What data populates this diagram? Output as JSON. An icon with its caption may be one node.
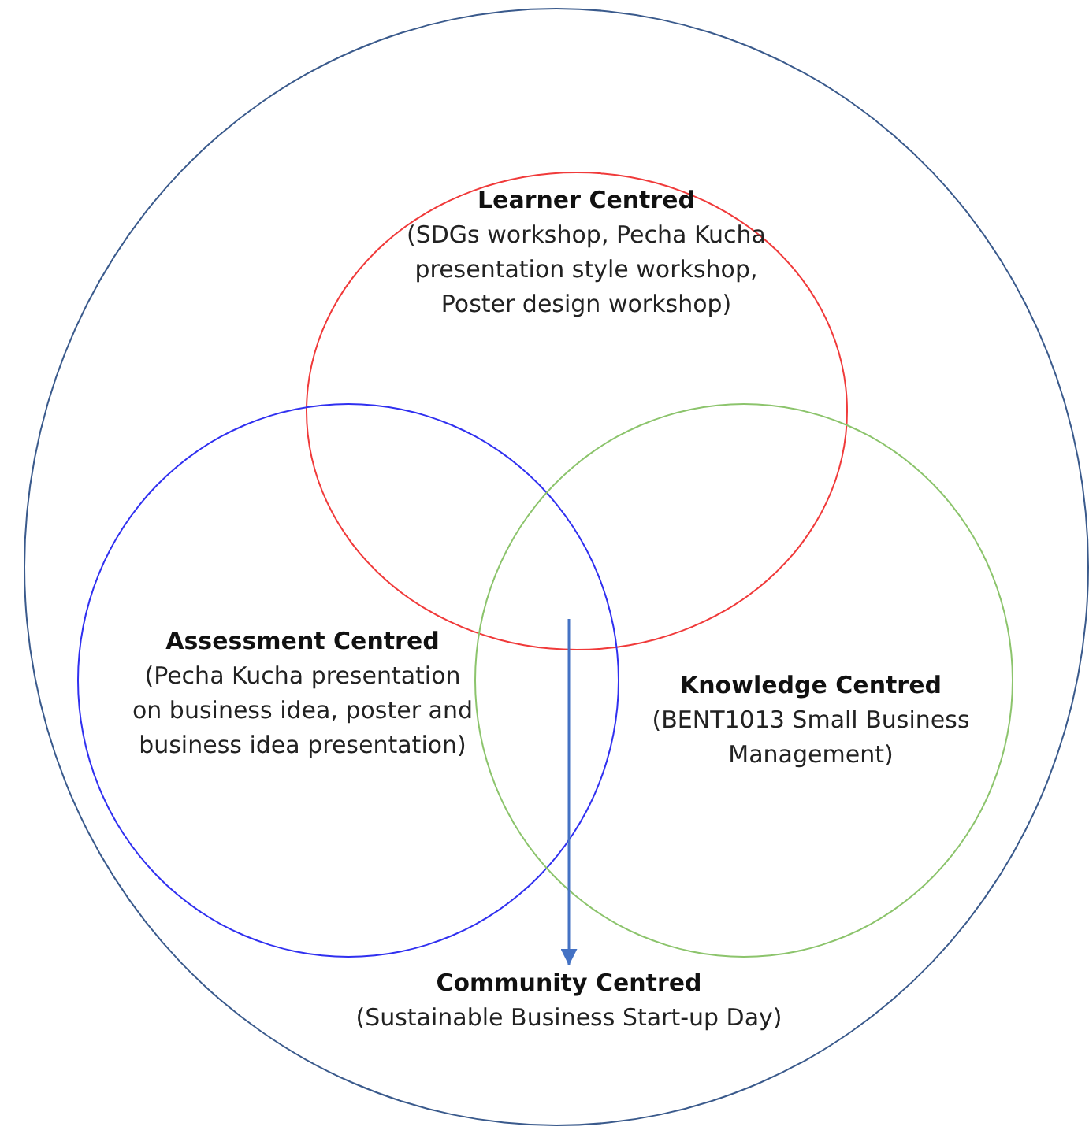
{
  "diagram": {
    "nodes": [
      {
        "text": [],
        "shape": "circle"
      },
      {
        "text": [
          "Learner Centred",
          "(SDGs workshop, Pecha Kucha presentation style workshop, Poster design workshop)"
        ],
        "in": 0
      },
      {
        "text": [
          "Assessment Centred",
          "(Pecha Kucha presentation on business idea, poster and business idea presentation)"
        ],
        "in": 0
      },
      {
        "text": [
          "Knowledge Centred",
          "(BENT1013 Small Business Management)"
        ],
        "in": 0
      },
      {
        "text": [
          "Community Centred",
          "(Sustainable Business Start-up Day)"
        ],
        "in": 0
      }
    ],
    "edges": [
      {
        "from": 1,
        "to": 4,
        "arrow": "to"
      },
      {
        "from": 2,
        "to": 4,
        "arrow": "to"
      },
      {
        "from": 3,
        "to": 4,
        "arrow": "to"
      }
    ]
  }
}
